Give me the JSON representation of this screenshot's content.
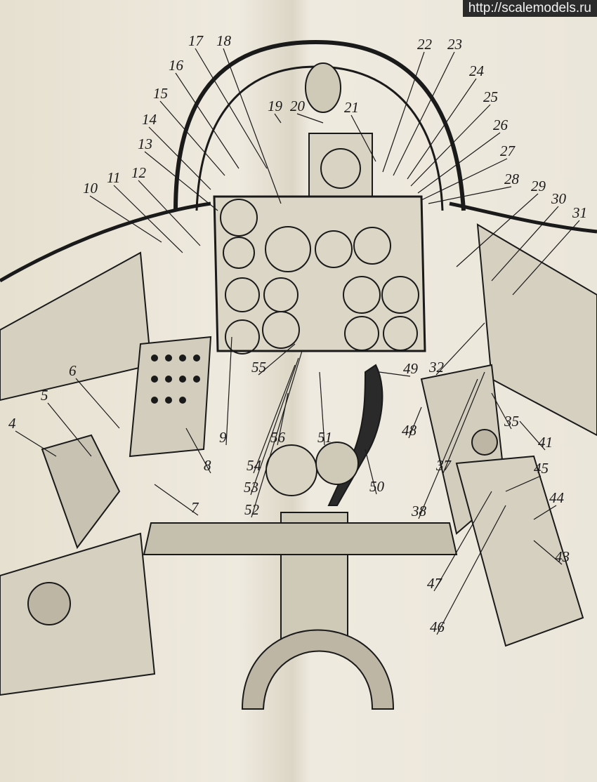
{
  "watermark": "http://scalemodels.ru",
  "colors": {
    "paper": "#e9e4d6",
    "ink": "#1a1a1a",
    "watermark_bg": "#2b2b2b"
  },
  "callouts": [
    "4",
    "5",
    "6",
    "7",
    "8",
    "9",
    "10",
    "11",
    "12",
    "13",
    "14",
    "15",
    "16",
    "17",
    "18",
    "19",
    "20",
    "21",
    "22",
    "23",
    "24",
    "25",
    "26",
    "27",
    "28",
    "29",
    "30",
    "31",
    "32",
    "35",
    "37",
    "38",
    "41",
    "43",
    "44",
    "45",
    "46",
    "47",
    "48",
    "49",
    "50",
    "51",
    "52",
    "53",
    "54",
    "55",
    "56"
  ]
}
